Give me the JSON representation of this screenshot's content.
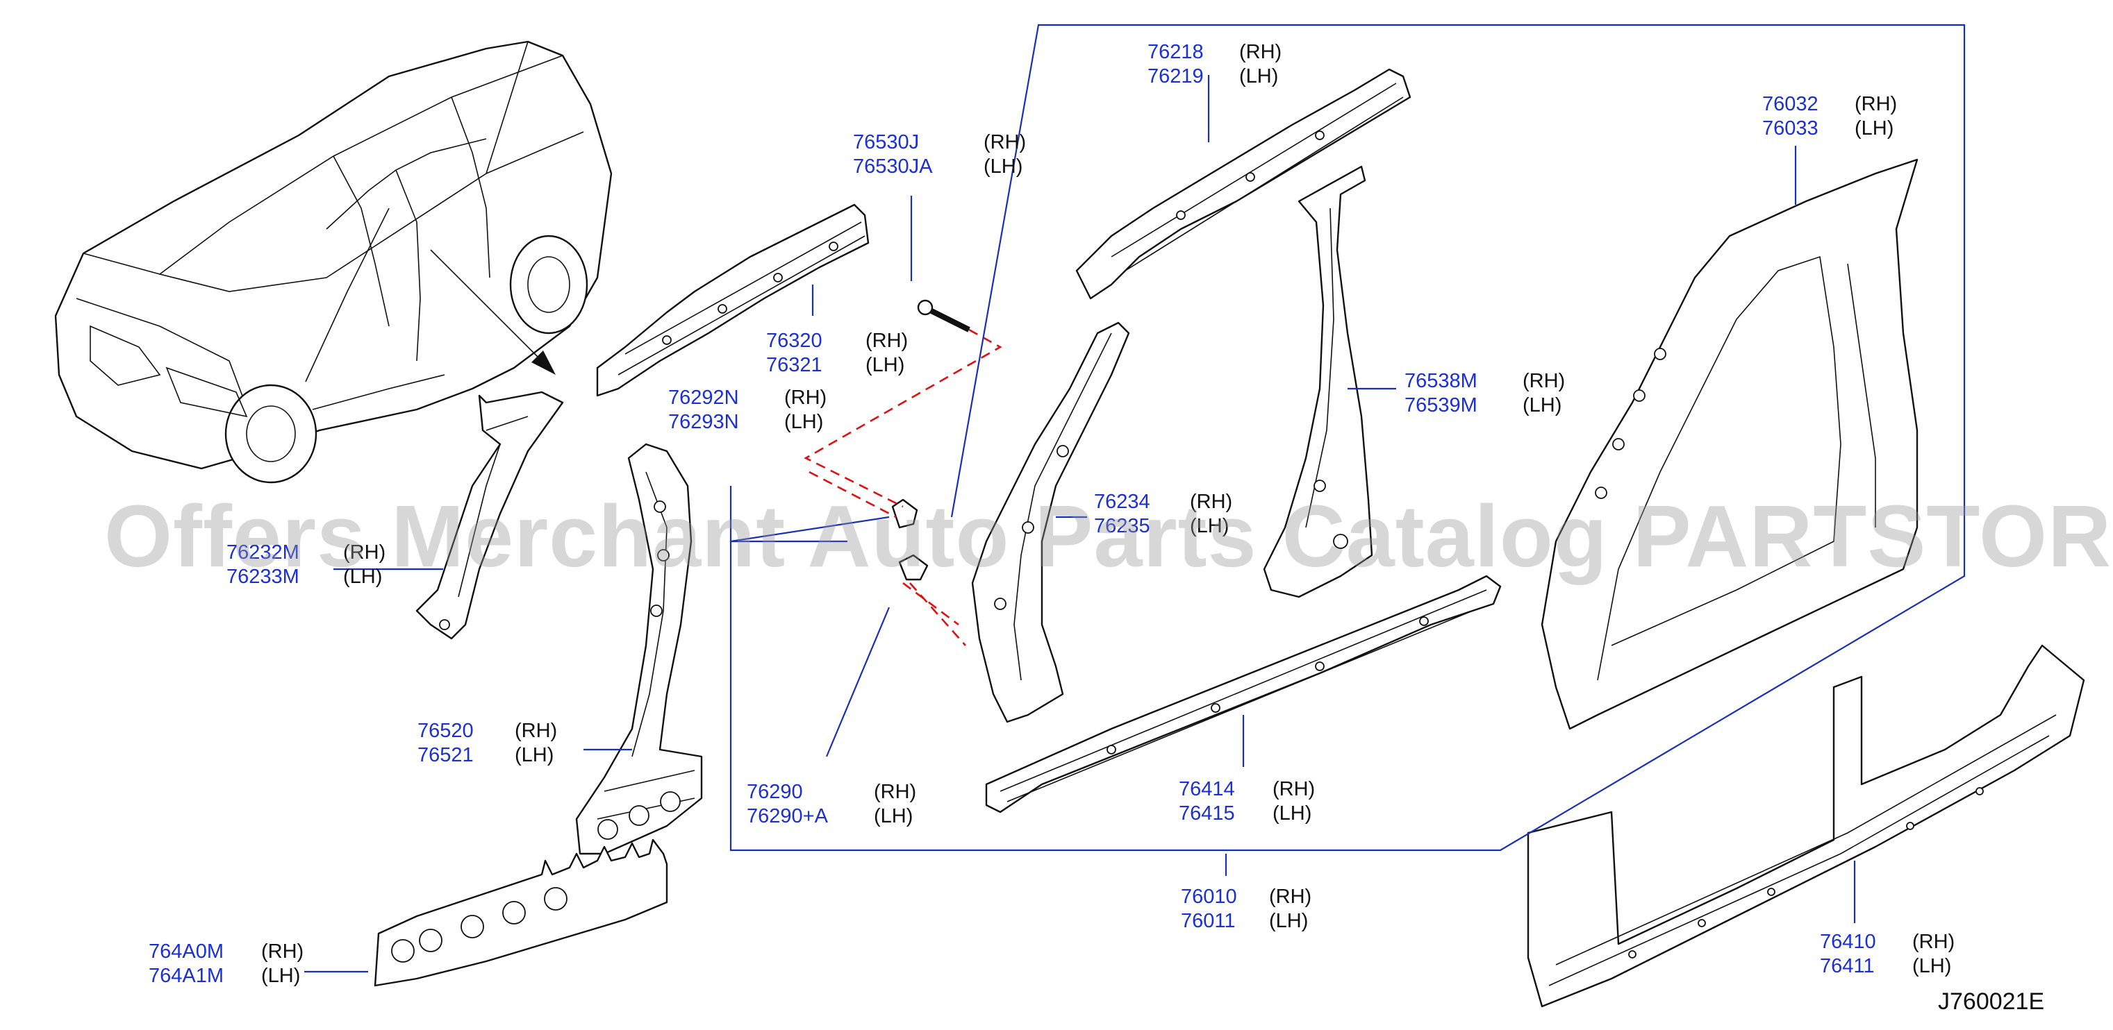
{
  "diagram_code": "J760021E",
  "watermark": "Offers Merchant Auto Parts Catalog PARTSTORE.SA",
  "callouts": [
    {
      "id": "c76218",
      "pn1": "76218",
      "pn2": "76219",
      "s1": "(RH)",
      "s2": "(LH)"
    },
    {
      "id": "c76032",
      "pn1": "76032",
      "pn2": "76033",
      "s1": "(RH)",
      "s2": "(LH)"
    },
    {
      "id": "c76530",
      "pn1": "76530J",
      "pn2": "76530JA",
      "s1": "(RH)",
      "s2": "(LH)"
    },
    {
      "id": "c76320",
      "pn1": "76320",
      "pn2": "76321",
      "s1": "(RH)",
      "s2": "(LH)"
    },
    {
      "id": "c76292",
      "pn1": "76292N",
      "pn2": "76293N",
      "s1": "(RH)",
      "s2": "(LH)"
    },
    {
      "id": "c76538",
      "pn1": "76538M",
      "pn2": "76539M",
      "s1": "(RH)",
      "s2": "(LH)"
    },
    {
      "id": "c76234",
      "pn1": "76234",
      "pn2": "76235",
      "s1": "(RH)",
      "s2": "(LH)"
    },
    {
      "id": "c76232",
      "pn1": "76232M",
      "pn2": "76233M",
      "s1": "(RH)",
      "s2": "(LH)"
    },
    {
      "id": "c76520",
      "pn1": "76520",
      "pn2": "76521",
      "s1": "(RH)",
      "s2": "(LH)"
    },
    {
      "id": "c76290",
      "pn1": "76290",
      "pn2": "76290+A",
      "s1": "(RH)",
      "s2": "(LH)"
    },
    {
      "id": "c76414",
      "pn1": "76414",
      "pn2": "76415",
      "s1": "(RH)",
      "s2": "(LH)"
    },
    {
      "id": "c76010",
      "pn1": "76010",
      "pn2": "76011",
      "s1": "(RH)",
      "s2": "(LH)"
    },
    {
      "id": "c76410",
      "pn1": "76410",
      "pn2": "76411",
      "s1": "(RH)",
      "s2": "(LH)"
    },
    {
      "id": "c764A0",
      "pn1": "764A0M",
      "pn2": "764A1M",
      "s1": "(RH)",
      "s2": "(LH)"
    }
  ],
  "colors": {
    "part_number": "#1a2fd6",
    "leader": "#1a2fb8",
    "dashed_line": "#e01010",
    "text": "#111111"
  }
}
